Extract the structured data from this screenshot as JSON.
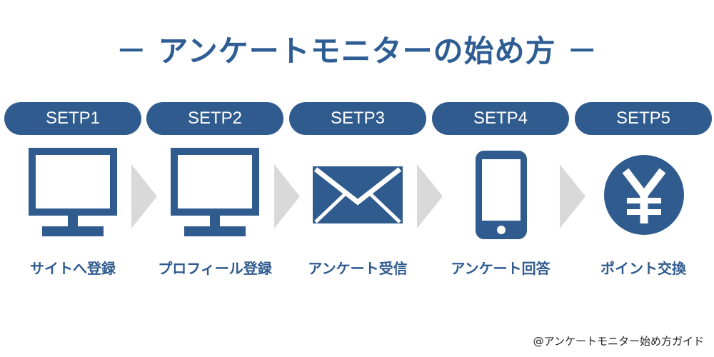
{
  "title": "－ アンケートモニターの始め方 －",
  "steps": [
    {
      "badge": "SETP1",
      "icon": "monitor-icon",
      "label": "サイトへ登録"
    },
    {
      "badge": "SETP2",
      "icon": "monitor-icon",
      "label": "プロフィール登録"
    },
    {
      "badge": "SETP3",
      "icon": "envelope-icon",
      "label": "アンケート受信"
    },
    {
      "badge": "SETP4",
      "icon": "smartphone-icon",
      "label": "アンケート回答"
    },
    {
      "badge": "SETP5",
      "icon": "yen-coin-icon",
      "label": "ポイント交換"
    }
  ],
  "footer": "@アンケートモニター始め方ガイド",
  "colors": {
    "primary": "#305b8f",
    "arrow": "#d9d9d9"
  }
}
